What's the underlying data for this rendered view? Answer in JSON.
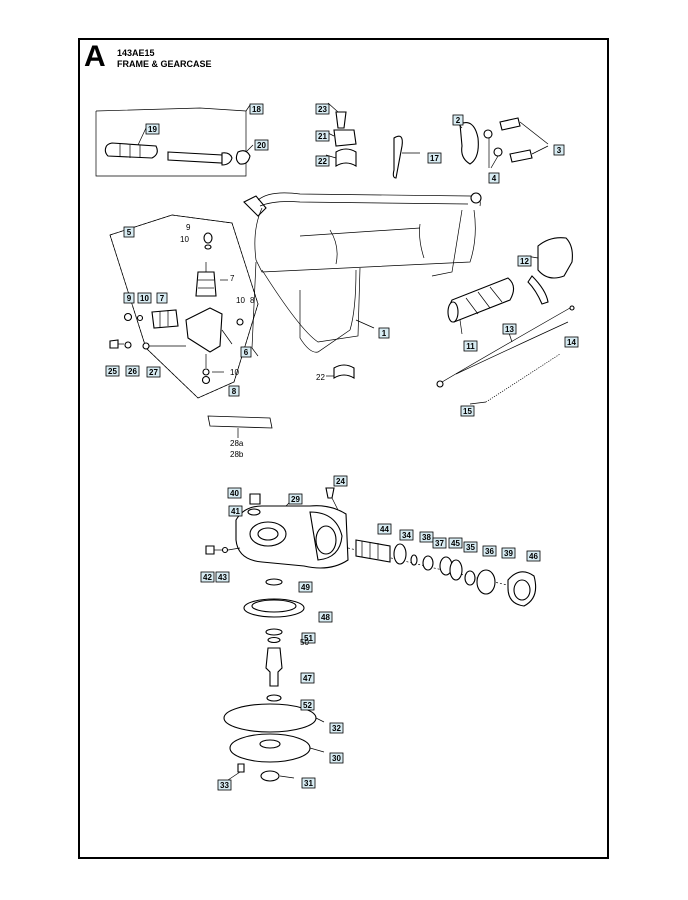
{
  "header": {
    "letter": "A",
    "model": "143AE15",
    "title": "FRAME & GEARCASE"
  },
  "callouts": {
    "boxed": [
      "18",
      "19",
      "20",
      "23",
      "21",
      "22",
      "17",
      "2",
      "3",
      "4",
      "5",
      "9",
      "10",
      "7",
      "6",
      "25",
      "26",
      "27",
      "8",
      "12",
      "11",
      "13",
      "14",
      "15",
      "1",
      "24",
      "40",
      "41",
      "29",
      "42",
      "43",
      "44",
      "34",
      "38",
      "37",
      "45",
      "35",
      "36",
      "39",
      "46",
      "49",
      "48",
      "51",
      "47",
      "52",
      "32",
      "30",
      "33",
      "31"
    ],
    "plain": [
      "9",
      "10",
      "7",
      "10",
      "8",
      "10",
      "22",
      "28a",
      "28b",
      "50"
    ]
  }
}
